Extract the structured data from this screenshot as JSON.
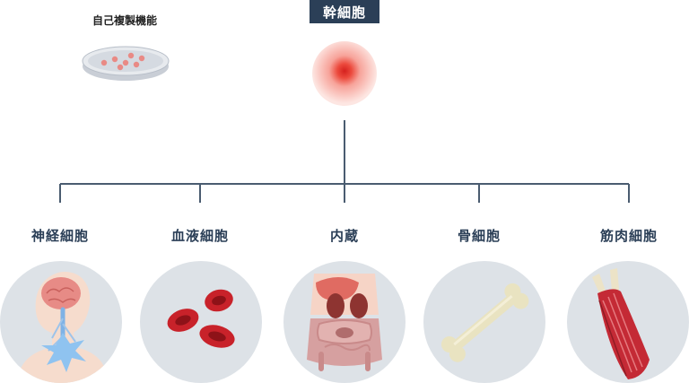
{
  "title": "幹細胞",
  "self_replication_label": "自己複製機能",
  "branches": [
    {
      "label": "神経細胞",
      "icon": "neuron-head-icon"
    },
    {
      "label": "血液細胞",
      "icon": "red-blood-cells-icon"
    },
    {
      "label": "内蔵",
      "icon": "internal-organs-icon"
    },
    {
      "label": "骨細胞",
      "icon": "bone-icon"
    },
    {
      "label": "筋肉細胞",
      "icon": "muscle-icon"
    }
  ],
  "colors": {
    "badge": "#2b3f57",
    "connector": "#4a5c70",
    "circle_bg": "#dde2e7",
    "stem_cell": "#e04a4a"
  }
}
